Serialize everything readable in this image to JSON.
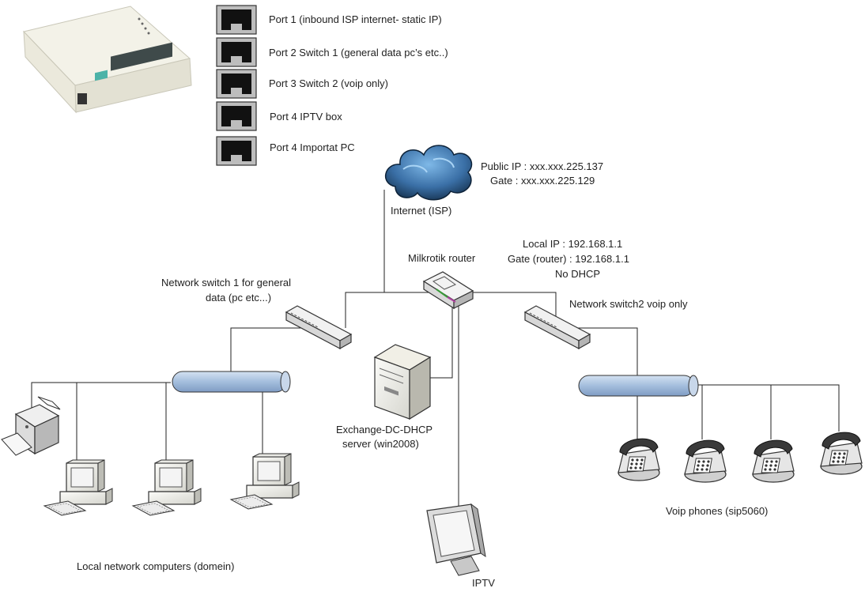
{
  "legend": {
    "ports": [
      {
        "label": "Port 1 (inbound ISP internet- static IP)"
      },
      {
        "label": "Port 2 Switch 1 (general data pc’s etc..)"
      },
      {
        "label": "Port 3 Switch 2 (voip only)"
      },
      {
        "label": "Port 4 IPTV box"
      },
      {
        "label": "Port 4 Importat PC"
      }
    ]
  },
  "internet": {
    "public_ip": "Public IP : xxx.xxx.225.137",
    "gate": "Gate : xxx.xxx.225.129",
    "label": "Internet (ISP)"
  },
  "router": {
    "label": "Milkrotik router",
    "local_ip": "Local IP : 192.168.1.1",
    "gate": "Gate (router) : 192.168.1.1",
    "dhcp": "No DHCP"
  },
  "switch1": {
    "label_line1": "Network switch 1 for general",
    "label_line2": "data (pc etc...)"
  },
  "switch2": {
    "label": "Network switch2 voip only"
  },
  "server": {
    "label_line1": "Exchange-DC-DHCP",
    "label_line2": "server (win2008)"
  },
  "iptv": {
    "label": "IPTV"
  },
  "computers": {
    "label": "Local network computers (domein)"
  },
  "phones": {
    "label": "Voip phones (sip5060)"
  }
}
